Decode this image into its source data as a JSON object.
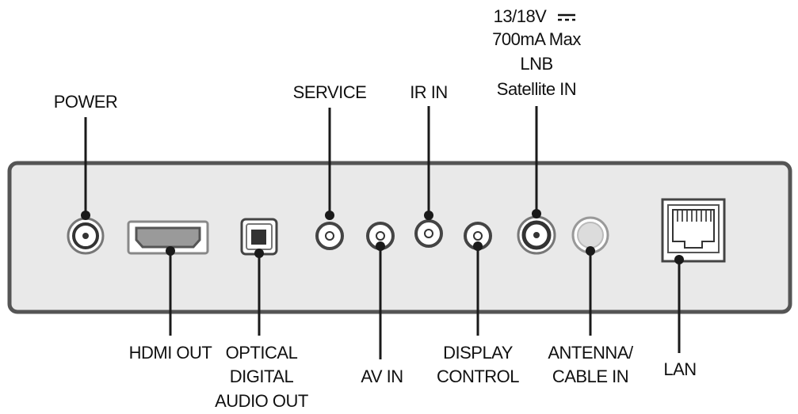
{
  "labels": {
    "power": "POWER",
    "hdmi_out": "HDMI OUT",
    "optical": [
      "OPTICAL",
      "DIGITAL",
      "AUDIO OUT"
    ],
    "service": "SERVICE",
    "av_in": "AV IN",
    "ir_in": "IR IN",
    "display_control": [
      "DISPLAY",
      "CONTROL"
    ],
    "lnb": [
      "13/18V",
      "700mA Max",
      "LNB",
      "Satellite IN"
    ],
    "antenna": [
      "ANTENNA/",
      "CABLE IN"
    ],
    "lan": "LAN"
  },
  "colors": {
    "panel_fill": "#e9e9e9",
    "panel_stroke": "#555555",
    "ink": "#1a1a1a"
  },
  "icons": {
    "dc_symbol": "dc-voltage-icon"
  }
}
